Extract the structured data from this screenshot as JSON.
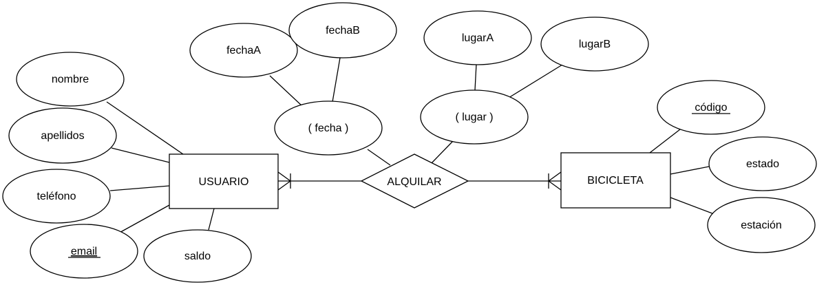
{
  "colors": {
    "stroke": "#000000",
    "fill": "#ffffff",
    "text": "#000000"
  },
  "entities": {
    "usuario": "USUARIO",
    "bicicleta": "BICICLETA"
  },
  "relationship": {
    "label": "ALQUILAR",
    "left_cardinality": "one-or-many",
    "right_cardinality": "one-or-many"
  },
  "attributes": {
    "nombre": "nombre",
    "apellidos": "apellidos",
    "telefono": "teléfono",
    "email": "email",
    "saldo": "saldo",
    "fechaA": "fechaA",
    "fechaB": "fechaB",
    "fecha": "( fecha )",
    "lugarA": "lugarA",
    "lugarB": "lugarB",
    "lugar": "( lugar )",
    "codigo": "código",
    "estado": "estado",
    "estacion": "estación"
  }
}
